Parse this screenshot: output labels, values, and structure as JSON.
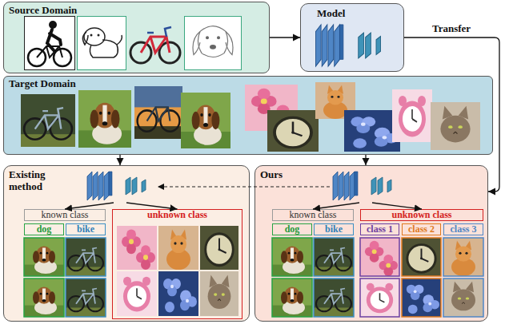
{
  "diagram": {
    "nodes": [
      {
        "text": [
          "Source Domain"
        ]
      },
      {
        "text": [
          "Model"
        ]
      },
      {
        "text": [
          "Target Domain"
        ]
      },
      {
        "text": [
          "Existing method"
        ]
      },
      {
        "text": [
          "known class"
        ],
        "in": 3
      },
      {
        "text": [
          "dog"
        ],
        "in": 3
      },
      {
        "text": [
          "bike"
        ],
        "in": 3
      },
      {
        "text": [
          "unknown class"
        ],
        "in": 3
      },
      {
        "text": [
          "Ours"
        ]
      },
      {
        "text": [
          "known class"
        ],
        "in": 8
      },
      {
        "text": [
          "dog"
        ],
        "in": 8
      },
      {
        "text": [
          "bike"
        ],
        "in": 8
      },
      {
        "text": [
          "unknown class"
        ],
        "in": 8
      },
      {
        "text": [
          "class 1"
        ],
        "in": 8
      },
      {
        "text": [
          "class 2"
        ],
        "in": 8
      },
      {
        "text": [
          "class 3"
        ],
        "in": 8
      }
    ],
    "edges": [
      {
        "from": 0,
        "to": 1,
        "arrow": "to"
      },
      {
        "from": 1,
        "to": 8,
        "label": "Transfer",
        "arrow": "to"
      },
      {
        "from": 2,
        "to": 3,
        "arrow": "to"
      },
      {
        "from": 2,
        "to": 8,
        "arrow": "to"
      }
    ]
  }
}
